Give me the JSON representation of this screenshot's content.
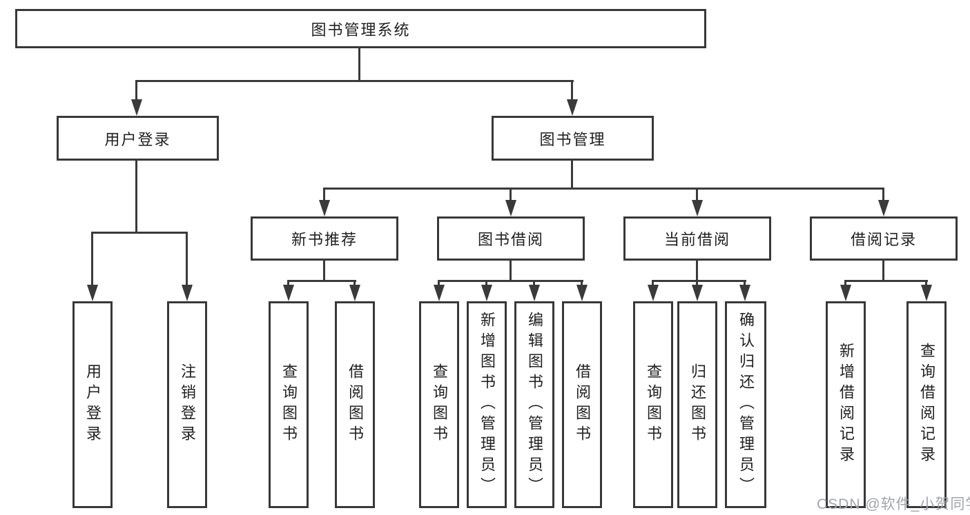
{
  "diagram": {
    "root": {
      "label": "图书管理系统"
    },
    "level2": [
      {
        "label": "用户登录"
      },
      {
        "label": "图书管理"
      }
    ],
    "level3": [
      {
        "label": "新书推荐"
      },
      {
        "label": "图书借阅"
      },
      {
        "label": "当前借阅"
      },
      {
        "label": "借阅记录"
      }
    ],
    "leaves": {
      "user_login": [
        "用户登录",
        "注销登录"
      ],
      "new_books": [
        "查询图书",
        "借阅图书"
      ],
      "book_borrow": [
        "查询图书",
        "新增图书（管理员）",
        "编辑图书（管理员）",
        "借阅图书"
      ],
      "current_borrow": [
        "查询图书",
        "归还图书",
        "确认归还（管理员）"
      ],
      "borrow_records": [
        "新增借阅记录",
        "查询借阅记录"
      ]
    }
  },
  "watermark": {
    "text": "CSDN @软件_小贺同学"
  },
  "colors": {
    "line": "#3a3a3a",
    "text": "#1f1f1f",
    "watermark": "#a2a5aa",
    "background": "#ffffff"
  }
}
